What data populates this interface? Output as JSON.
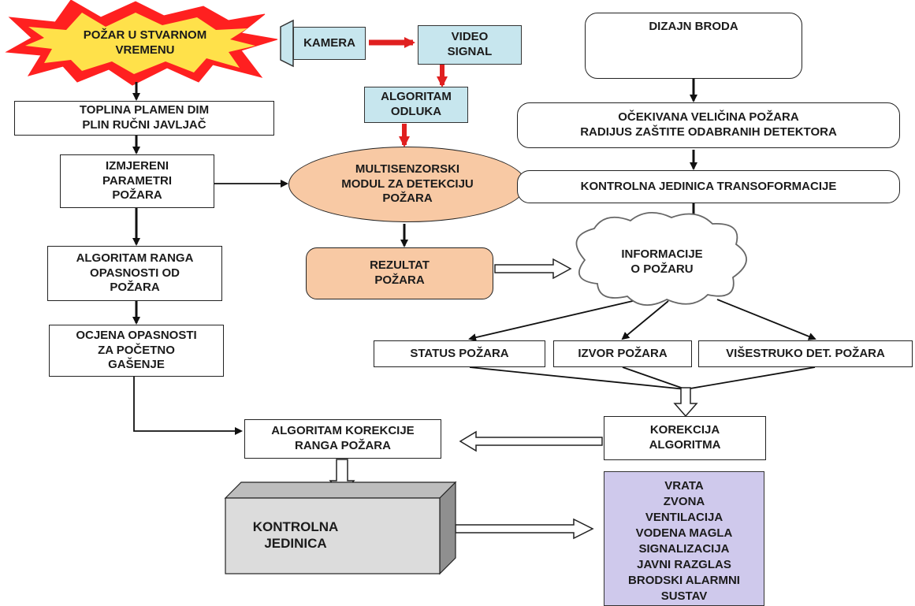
{
  "nodes": {
    "fire_realtime": "POŽAR U STVARNOM\nVREMENU",
    "camera": "KAMERA",
    "video_signal": "VIDEO\nSIGNAL",
    "ship_design": "DIZAJN BRODA",
    "heat_flame": "TOPLINA  PLAMEN  DIM\nPLIN RUČNI JAVLJAČ",
    "algorithm_decision": "ALGORITAM\nODLUKA",
    "expected_size": "OČEKIVANA VELIČINA POŽARA\nRADIJUS ZAŠTITE ODABRANIH DETEKTORA",
    "measured_params": "IZMJERENI\nPARAMETRI\nPOŽARA",
    "multisensor": "MULTISENZORSKI\nMODUL ZA DETEKCIJU\nPOŽARA",
    "control_transform": "KONTROLNA JEDINICA TRANSOFORMACIJE",
    "rank_algorithm": "ALGORITAM RANGA\nOPASNOSTI OD\nPOŽARA",
    "fire_result": "REZULTAT\nPOŽARA",
    "fire_info": "INFORMACIJE\nO POŽARU",
    "danger_assessment": "OCJENA OPASNOSTI\nZA POČETNO\nGAŠENJE",
    "fire_status": "STATUS POŽARA",
    "fire_source": "IZVOR POŽARA",
    "multi_detection": "VIŠESTRUKO DET. POŽARA",
    "rank_correction": "ALGORITAM KOREKCIJE\nRANGA POŽARA",
    "algorithm_correction": "KOREKCIJA\nALGORITMA",
    "control_unit": "KONTROLNA\nJEDINICA",
    "outputs": "VRATA\nZVONA\nVENTILACIJA\nVODENA MAGLA\nSIGNALIZACIJA\nJAVNI RAZGLAS\nBRODSKI ALARMNI\nSUSTAV"
  },
  "colors": {
    "fire_outer": "#ff2020",
    "fire_inner": "#ffe14a",
    "arrow_red": "#e02020",
    "blue_box": "#c7e6ee",
    "peach_box": "#f8c9a4",
    "purple_box": "#cfc9ec"
  }
}
